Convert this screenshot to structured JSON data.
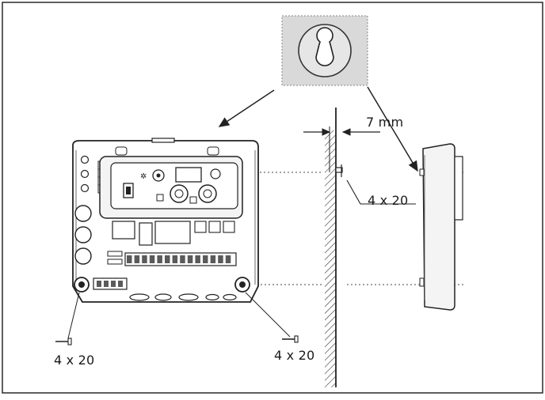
{
  "labels": {
    "gap": "7 mm",
    "screw_wall": "4 x 20",
    "screw_left": "4 x 20",
    "screw_right": "4 x 20"
  },
  "colors": {
    "line": "#2a2a2a",
    "inset_bg": "#d9d9d9",
    "inset_circle": "#e6e6e6",
    "panel_fill": "#f4f4f4",
    "terminal": "#5a5a5a"
  },
  "icons": {
    "keyhole": "keyhole-icon",
    "screw": "screw-icon"
  }
}
